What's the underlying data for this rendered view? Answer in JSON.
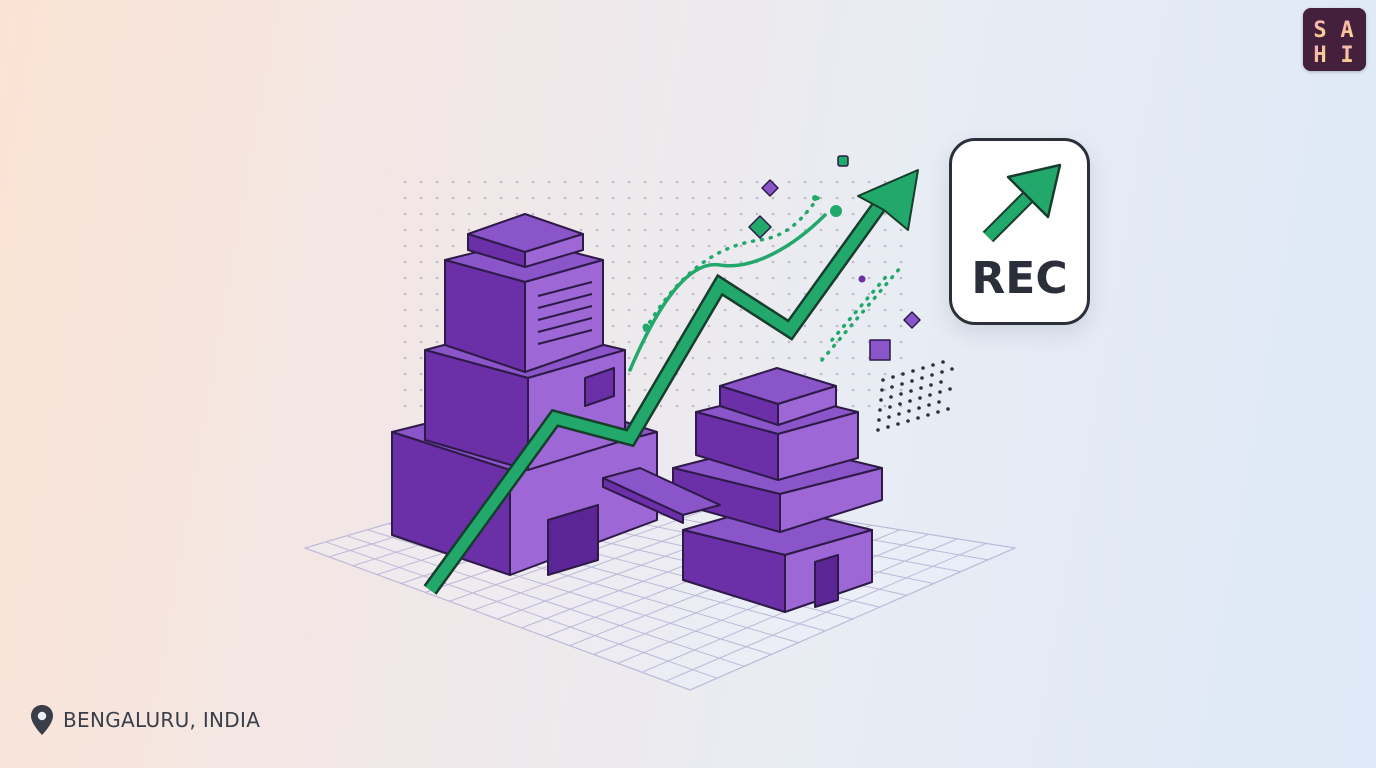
{
  "logo": {
    "letters": [
      "S",
      "A",
      "H",
      "I"
    ],
    "icon": "brand-monogram-icon"
  },
  "rec_card": {
    "label": "REC",
    "icon": "trend-up-arrow-icon",
    "accent": "#22a86b"
  },
  "location": {
    "icon": "map-pin-icon",
    "text": "BENGALURU, INDIA"
  },
  "colors": {
    "building_top": "#8a55c9",
    "building_front": "#6b2fa8",
    "building_side": "#9d68d6",
    "outline": "#2e1a48",
    "trend_line": "#22a86b",
    "text_dark": "#2b2f3a"
  }
}
